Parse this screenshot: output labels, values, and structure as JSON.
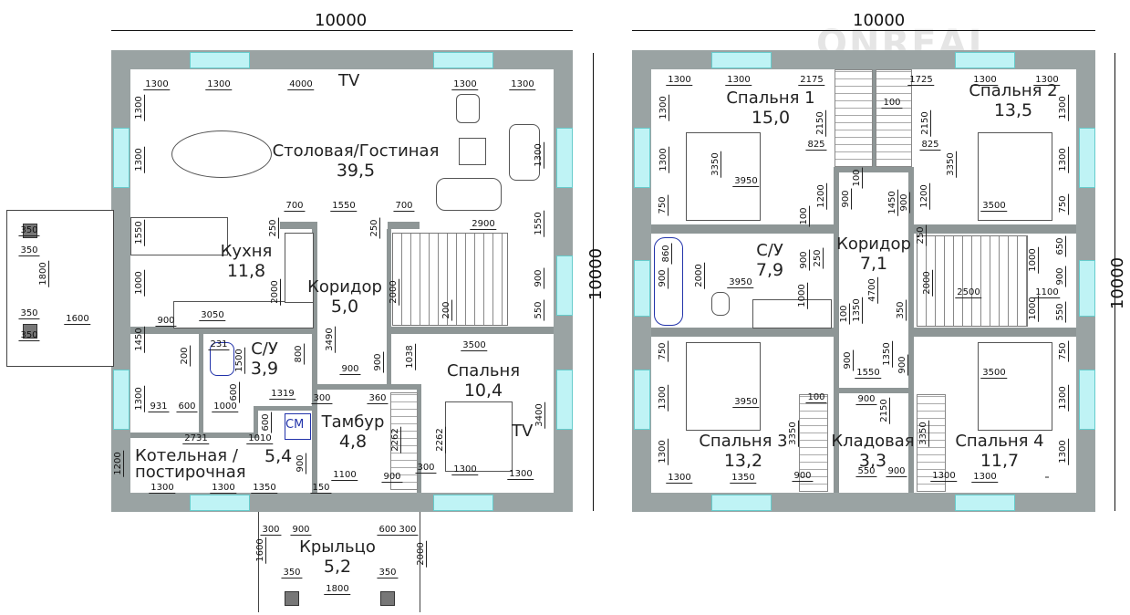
{
  "watermark": "ONREAL",
  "colors": {
    "wall": "#9aa3a3",
    "window": "#bff3f5",
    "door_swing": "#e8a860",
    "fixture": "#2233aa"
  },
  "overall_dims": {
    "ground_width": "10000",
    "ground_height": "10000",
    "upper_width": "10000",
    "upper_height": "10000"
  },
  "marks": {
    "tv_top": "TV",
    "tv_bedroom": "TV",
    "washer": "СМ"
  },
  "rooms": {
    "ground": [
      {
        "name": "Столовая/Гостиная",
        "area": "39,5"
      },
      {
        "name": "Кухня",
        "area": "11,8"
      },
      {
        "name": "Коридор",
        "area": "5,0"
      },
      {
        "name": "С/У",
        "area": "3,9"
      },
      {
        "name": "Спальня",
        "area": "10,4"
      },
      {
        "name": "Тамбур",
        "area": "4,8"
      },
      {
        "name": "Котельная /постирочная",
        "area": "5,4"
      },
      {
        "name": "Крыльцо",
        "area": "5,2"
      }
    ],
    "upper": [
      {
        "name": "Спальня 1",
        "area": "15,0"
      },
      {
        "name": "Спальня 2",
        "area": "13,5"
      },
      {
        "name": "С/У",
        "area": "7,9"
      },
      {
        "name": "Коридор",
        "area": "7,1"
      },
      {
        "name": "Спальня 3",
        "area": "13,2"
      },
      {
        "name": "Кладовая",
        "area": "3,3"
      },
      {
        "name": "Спальня 4",
        "area": "11,7"
      }
    ]
  },
  "dims": {
    "ground": [
      "1300",
      "1300",
      "4000",
      "1300",
      "1300",
      "1300",
      "1300",
      "1550",
      "1000",
      "1450",
      "1300",
      "1300",
      "1550",
      "900",
      "550",
      "3400",
      "700",
      "1550",
      "700",
      "2900",
      "250",
      "250",
      "2000",
      "2000",
      "3050",
      "900",
      "3490",
      "200",
      "3500",
      "231",
      "200",
      "1500",
      "800",
      "1038",
      "900",
      "900",
      "1319",
      "600",
      "931",
      "600",
      "1000",
      "300",
      "360",
      "600",
      "2262",
      "2262",
      "2731",
      "1010",
      "900",
      "1200",
      "1300",
      "1300",
      "1350",
      "1100",
      "150",
      "900",
      "300",
      "1300",
      "1300",
      "300",
      "900",
      "600",
      "300",
      "1600",
      "2000",
      "350",
      "1800",
      "350",
      "350",
      "350",
      "1800",
      "350",
      "1600",
      "350"
    ],
    "upper": [
      "1300",
      "1300",
      "2175",
      "1725",
      "1300",
      "1300",
      "100",
      "2150",
      "2150",
      "825",
      "825",
      "3350",
      "3350",
      "1300",
      "1300",
      "1300",
      "1300",
      "3950",
      "750",
      "750",
      "3500",
      "1200",
      "1200",
      "900",
      "100",
      "1450",
      "900",
      "100",
      "250",
      "900",
      "250",
      "860",
      "900",
      "2000",
      "3950",
      "4700",
      "2000",
      "2500",
      "1100",
      "1000",
      "650",
      "900",
      "1000",
      "550",
      "1000",
      "100",
      "1350",
      "350",
      "750",
      "900",
      "1350",
      "900",
      "1550",
      "3500",
      "750",
      "1300",
      "3950",
      "100",
      "900",
      "3350",
      "2150",
      "3350",
      "1300",
      "1300",
      "1300",
      "1300",
      "1350",
      "900",
      "550",
      "900",
      "1300",
      "1300"
    ]
  }
}
